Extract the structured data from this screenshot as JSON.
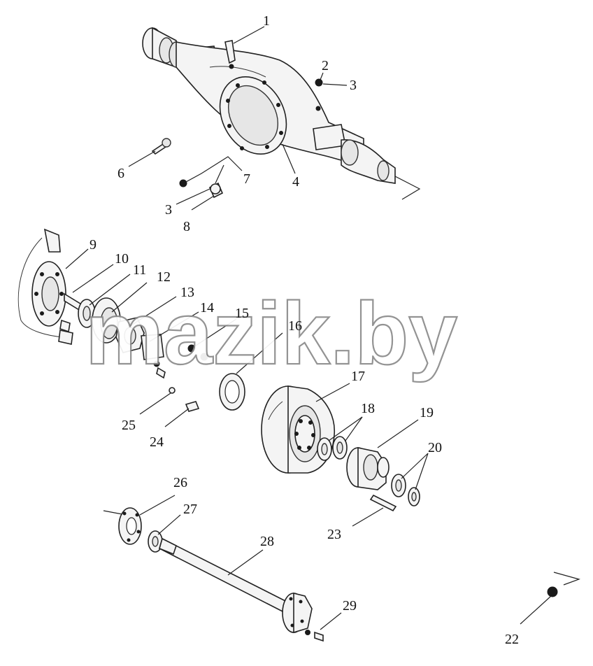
{
  "watermark": "mazik.by",
  "callouts": [
    {
      "id": "c1",
      "label": "1"
    },
    {
      "id": "c2",
      "label": "2"
    },
    {
      "id": "c3a",
      "label": "3"
    },
    {
      "id": "c3b",
      "label": "3"
    },
    {
      "id": "c4",
      "label": "4"
    },
    {
      "id": "c6",
      "label": "6"
    },
    {
      "id": "c7",
      "label": "7"
    },
    {
      "id": "c8",
      "label": "8"
    },
    {
      "id": "c9",
      "label": "9"
    },
    {
      "id": "c10",
      "label": "10"
    },
    {
      "id": "c11",
      "label": "11"
    },
    {
      "id": "c12",
      "label": "12"
    },
    {
      "id": "c13",
      "label": "13"
    },
    {
      "id": "c14",
      "label": "14"
    },
    {
      "id": "c15",
      "label": "15"
    },
    {
      "id": "c16",
      "label": "16"
    },
    {
      "id": "c17",
      "label": "17"
    },
    {
      "id": "c18",
      "label": "18"
    },
    {
      "id": "c19",
      "label": "19"
    },
    {
      "id": "c20",
      "label": "20"
    },
    {
      "id": "c22",
      "label": "22"
    },
    {
      "id": "c23",
      "label": "23"
    },
    {
      "id": "c24",
      "label": "24"
    },
    {
      "id": "c25",
      "label": "25"
    },
    {
      "id": "c26",
      "label": "26"
    },
    {
      "id": "c27",
      "label": "27"
    },
    {
      "id": "c28",
      "label": "28"
    },
    {
      "id": "c29",
      "label": "29"
    }
  ]
}
